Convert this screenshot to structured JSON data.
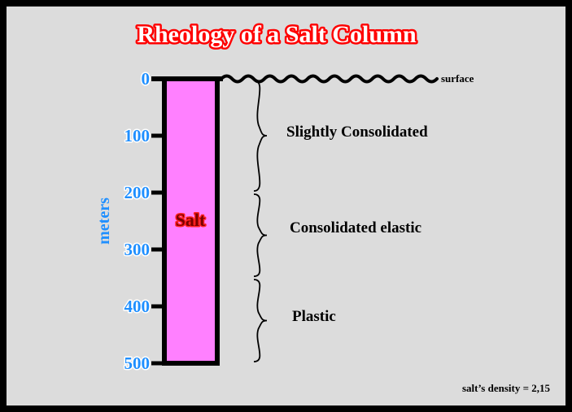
{
  "title": "Rheology of a Salt Column",
  "axis": {
    "label": "meters",
    "ticks": [
      "0",
      "100",
      "200",
      "300",
      "400",
      "500"
    ]
  },
  "column": {
    "label": "Salt",
    "top_m": 0,
    "bottom_m": 500
  },
  "surface_label": "surface",
  "zones": [
    {
      "label": "Slightly Consolidated",
      "from_m": 0,
      "to_m": 200
    },
    {
      "label": "Consolidated elastic",
      "from_m": 200,
      "to_m": 350
    },
    {
      "label": "Plastic",
      "from_m": 350,
      "to_m": 500
    }
  ],
  "footnote": "salt’s density = 2,15",
  "colors": {
    "frame": "#000000",
    "panel": "#dcdcdc",
    "title_fill": "#ffffff",
    "title_outline": "#ff0000",
    "tick_fill": "#1f8fff",
    "tick_outline": "#ffffff",
    "axis_label": "#1f8fff",
    "salt_fill": "#ff80ff",
    "salt_label_fill": "#7a0000",
    "salt_label_outline": "#ff2020"
  }
}
